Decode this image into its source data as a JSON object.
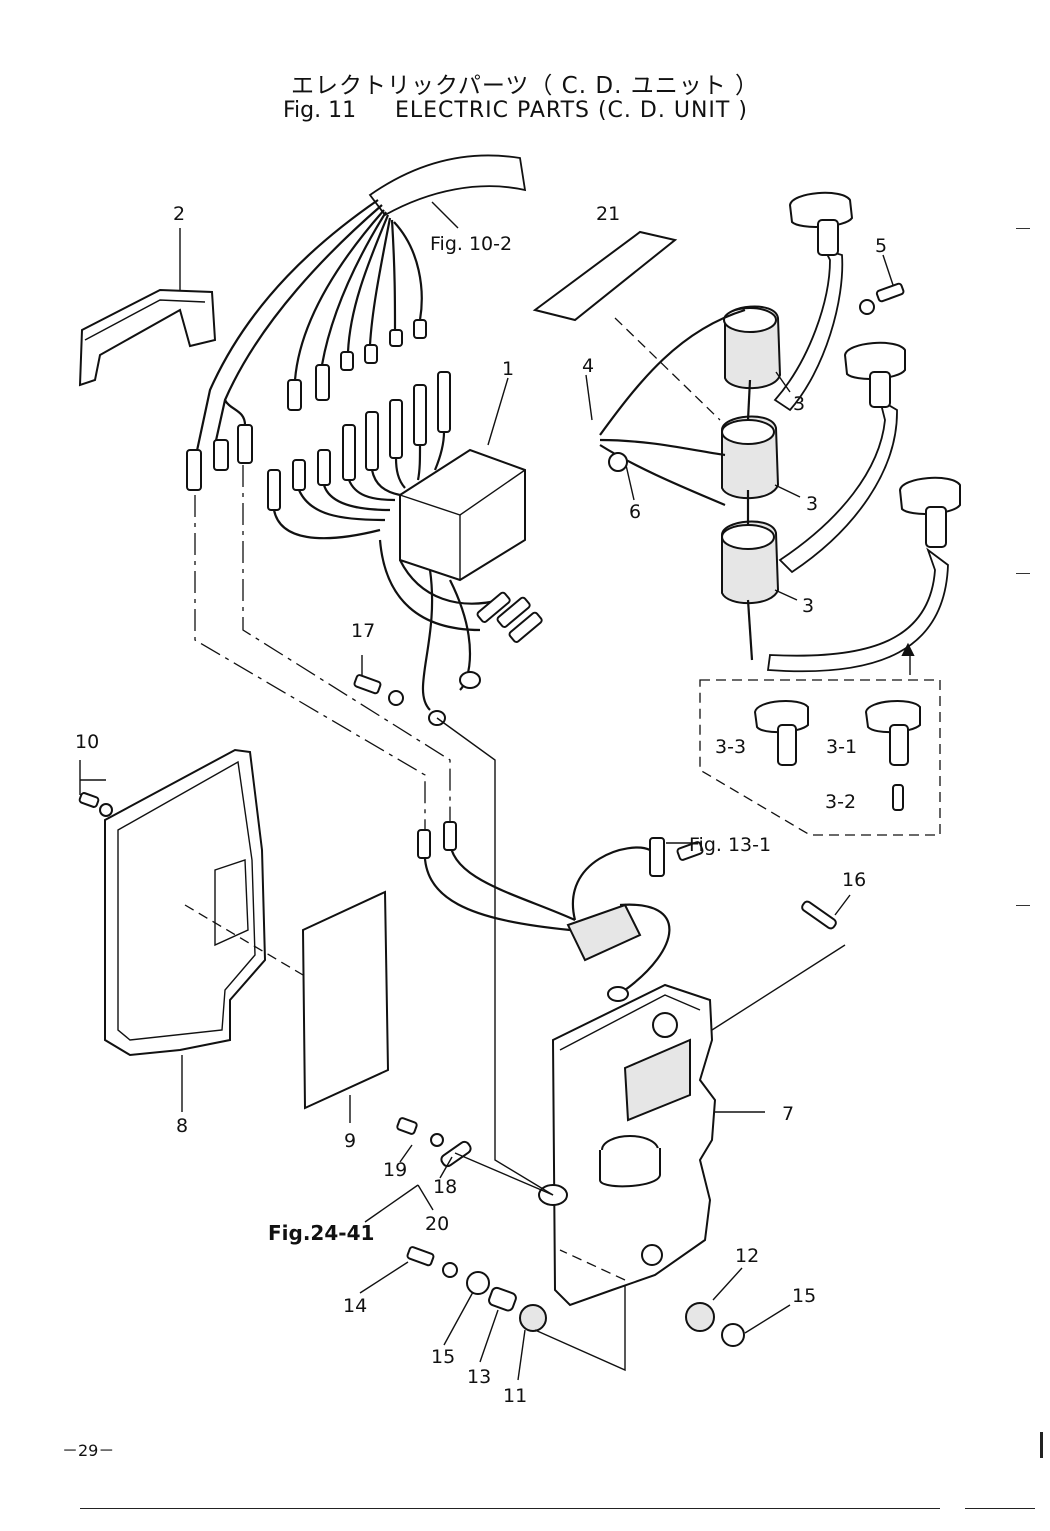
{
  "title": {
    "japanese": "エレクトリックパーツ（ C. D. ユニット ）",
    "figure": "Fig. 11",
    "english": "ELECTRIC PARTS (C. D. UNIT )"
  },
  "callouts": {
    "c1": "1",
    "c2": "2",
    "c3a": "3",
    "c3b": "3",
    "c3c": "3",
    "c3_1": "3-1",
    "c3_2": "3-2",
    "c3_3": "3-3",
    "c4": "4",
    "c5": "5",
    "c6": "6",
    "c7": "7",
    "c8": "8",
    "c9": "9",
    "c10": "10",
    "c11": "11",
    "c12": "12",
    "c13": "13",
    "c14": "14",
    "c15a": "15",
    "c15b": "15",
    "c16": "16",
    "c17": "17",
    "c18": "18",
    "c19": "19",
    "c20": "20",
    "c21": "21"
  },
  "references": {
    "fig10_2": "Fig. 10-2",
    "fig13_1": "Fig. 13-1",
    "fig24_41": "Fig.24-41"
  },
  "page_number": "－29－"
}
